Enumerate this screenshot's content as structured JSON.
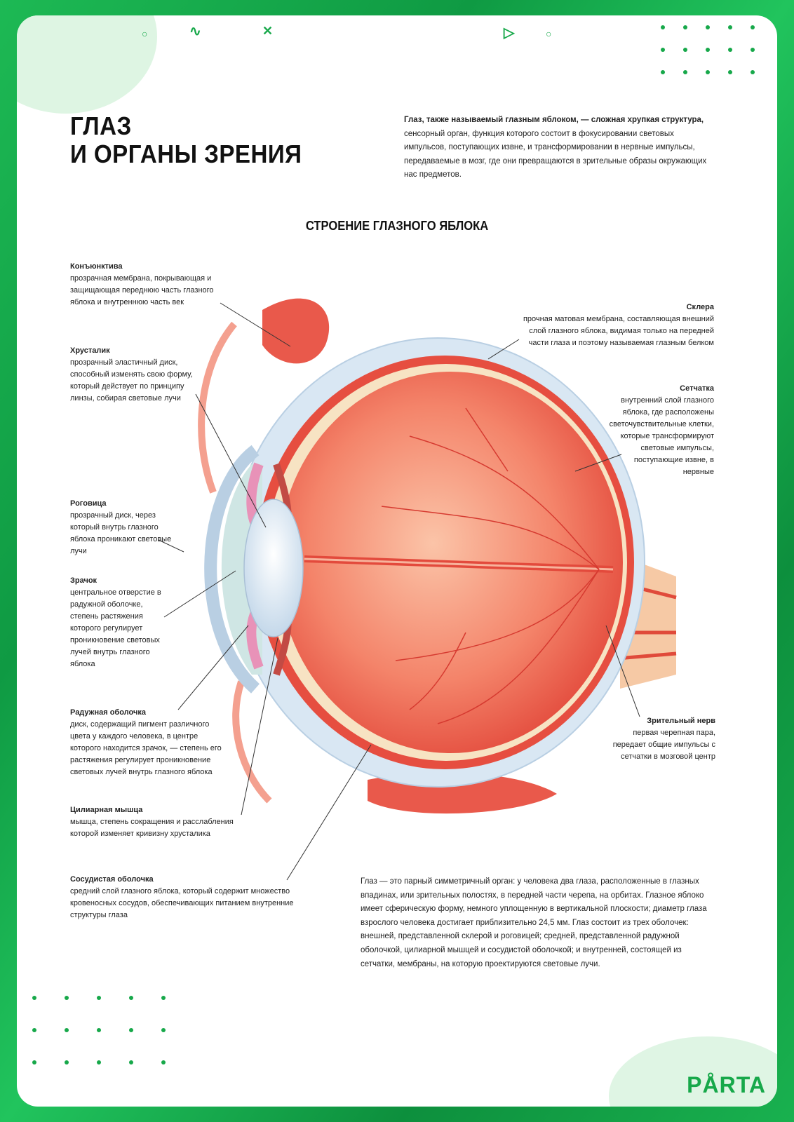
{
  "header": {
    "title_line1": "ГЛАЗ",
    "title_line2": "И ОРГАНЫ ЗРЕНИЯ",
    "intro_bold": "Глаз, также называемый глазным яблоком, — сложная хрупкая структура,",
    "intro_rest": " сенсорный орган, функция которого состоит в фокусировании световых импульсов, поступающих извне, и трансформировании в нервные импульсы, передаваемые в мозг, где они превращаются в зрительные образы окружающих нас предметов."
  },
  "diagram": {
    "title": "СТРОЕНИЕ ГЛАЗНОГО ЯБЛОКА",
    "labels_left": [
      {
        "name": "Конъюнктива",
        "text": "прозрачная мембрана, покрывающая и защищающая переднюю часть глазного яблока и внутреннюю часть век"
      },
      {
        "name": "Хрусталик",
        "text": "прозрачный эластичный диск, способный изменять свою форму, который действует по принципу линзы, собирая световые лучи"
      },
      {
        "name": "Роговица",
        "text": "прозрачный диск, через который внутрь глазного яблока проникают световые лучи"
      },
      {
        "name": "Зрачок",
        "text": "центральное отверстие в радужной оболочке, степень растяжения которого регулирует проникновение световых лучей внутрь глазного яблока"
      },
      {
        "name": "Радужная оболочка",
        "text": "диск, содержащий пигмент различного цвета у каждого человека, в центре которого находится зрачок, — степень его растяжения регулирует проникновение световых лучей внутрь глазного яблока"
      },
      {
        "name": "Цилиарная мышца",
        "text": "мышца, степень сокращения и расслабления которой изменяет кривизну хрусталика"
      },
      {
        "name": "Сосудистая оболочка",
        "text": "средний слой глазного яблока, который содержит множество кровеносных сосудов, обеспечивающих питанием внутренние структуры глаза"
      }
    ],
    "labels_right": [
      {
        "name": "Склера",
        "text": "прочная матовая мембрана, составляющая внешний слой глазного яблока, видимая только на передней части глаза и поэтому называемая глазным белком"
      },
      {
        "name": "Сетчатка",
        "text": "внутренний слой глазного яблока, где расположены светочувствительные клетки, которые трансформируют световые импульсы, поступающие извне, в нервные"
      },
      {
        "name": "Зрительный нерв",
        "text": "первая черепная пара, передает общие импульсы с сетчатки в мозговой центр"
      }
    ]
  },
  "footer": {
    "text": "Глаз — это парный симметричный орган: у человека два глаза, расположенные в глазных впадинах, или зрительных полостях, в передней части черепа, на орбитах. Глазное яблоко имеет сферическую форму, немного уплощенную в вертикальной плоскости; диаметр глаза взрослого человека достигает приблизительно 24,5 мм. Глаз состоит из трех оболочек: внешней, представленной склерой и роговицей; средней, представленной радужной оболочкой, цилиарной мышцей и сосудистой оболочкой; и внутренней, состоящей из сетчатки, мембраны, на которую проектируются световые лучи.",
    "logo": "PÅRTA"
  },
  "colors": {
    "brand": "#17a84a",
    "eye_red": "#e8564a",
    "sclera": "#dce9f4"
  }
}
